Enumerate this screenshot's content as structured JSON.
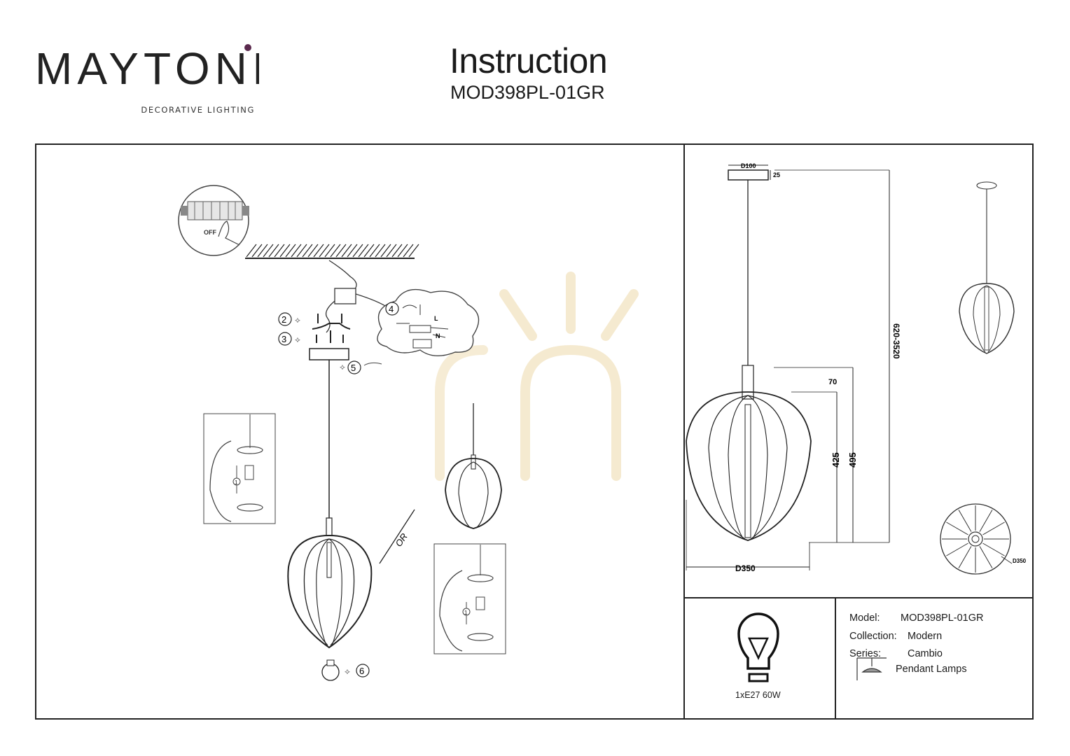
{
  "header": {
    "brand": "MAYTONi",
    "brand_tagline": "DECORATIVE LIGHTING",
    "title": "Instruction",
    "model_code": "MOD398PL-01GR"
  },
  "install_diagram": {
    "switch_label": "OFF",
    "steps": [
      "2",
      "3",
      "4",
      "5",
      "6",
      "1",
      "1"
    ],
    "or_label": "OR",
    "wire_labels": [
      "L",
      "N"
    ]
  },
  "dimensions": {
    "canopy_diameter": "D100",
    "canopy_height": "25",
    "total_height": "620-3520",
    "top_offset": "70",
    "shade_height": "425",
    "body_height": "495",
    "shade_diameter": "D350",
    "top_view_diameter": "D350"
  },
  "specs": {
    "model_label": "Model:",
    "model_value": "MOD398PL-01GR",
    "collection_label": "Collection:",
    "collection_value": "Modern",
    "series_label": "Series:",
    "series_value": "Cambio",
    "type_value": "Pendant Lamps",
    "bulb_spec": "1xE27 60W"
  },
  "colors": {
    "brand_accent": "#5b2a4e",
    "line": "#222222",
    "watermark": "#f3e6c4"
  }
}
